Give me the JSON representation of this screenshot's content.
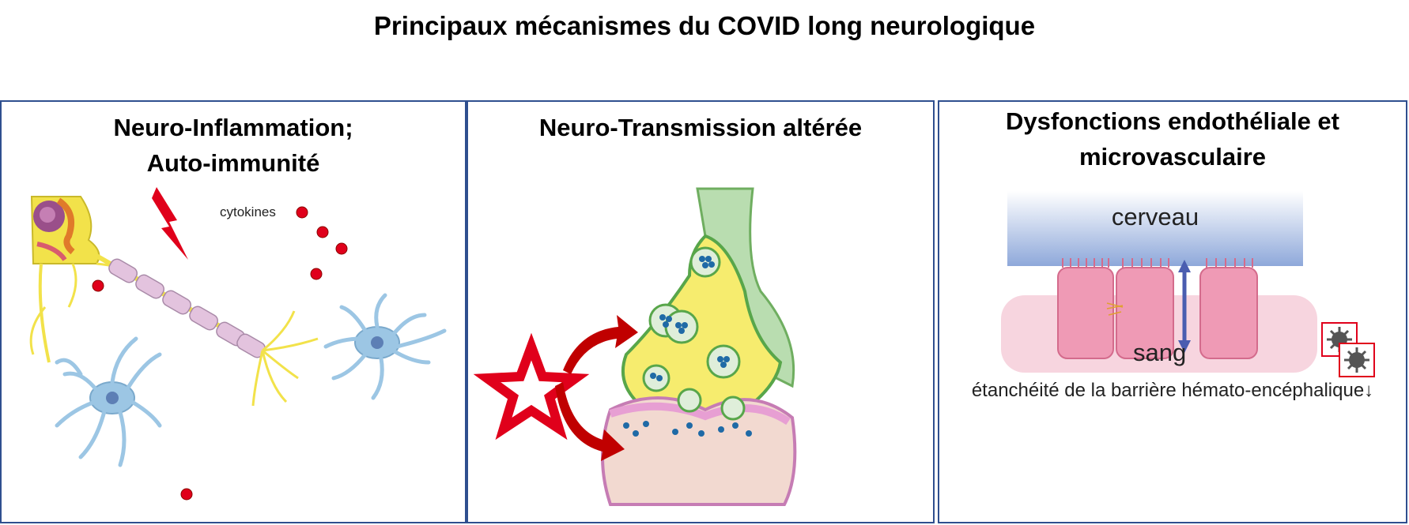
{
  "title": "Principaux mécanismes du COVID long neurologique",
  "panels": [
    {
      "title_lines": [
        "Neuro-Inflammation;",
        "Auto-immunité"
      ],
      "label": "cytokines"
    },
    {
      "title_lines": [
        "Neuro-Transmission altérée"
      ]
    },
    {
      "title_lines": [
        "Dysfonctions endothéliale et",
        "microvasculaire"
      ],
      "top_label": "cerveau",
      "bottom_label": "sang",
      "caption": "étanchéité de la barrière hémato-encéphalique↓"
    }
  ],
  "colors": {
    "border": "#2f4f8f",
    "cytokine": "#e0001b",
    "star": "#e0001b",
    "arrow": "#c00000",
    "astrocyte": "#9cc6e4",
    "neuron": "#f2e24a",
    "myelin": "#e3c3de",
    "synapse_pre": "#f6ec6e",
    "synapse_post": "#f2d9d0",
    "vessel": "#f7d5df",
    "brain_band": "#9db3de",
    "virus_box": "#e0001b"
  },
  "icons": [
    "lightning-icon",
    "star-icon",
    "virus-icon",
    "double-arrow-icon"
  ]
}
